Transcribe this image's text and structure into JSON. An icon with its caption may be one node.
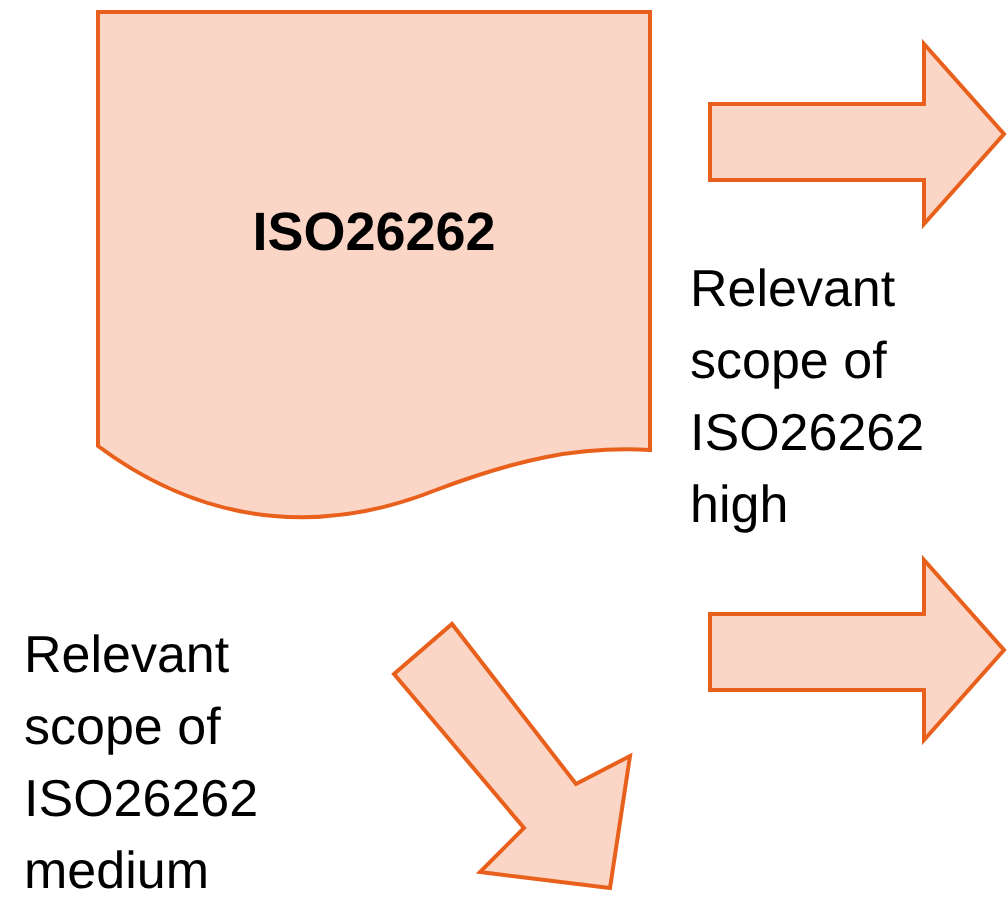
{
  "diagram": {
    "nodes": [
      {
        "text": [
          "ISO26262"
        ]
      }
    ],
    "labels": [
      "Relevant scope of ISO26262 high",
      "Relevant scope of ISO26262 medium"
    ]
  }
}
